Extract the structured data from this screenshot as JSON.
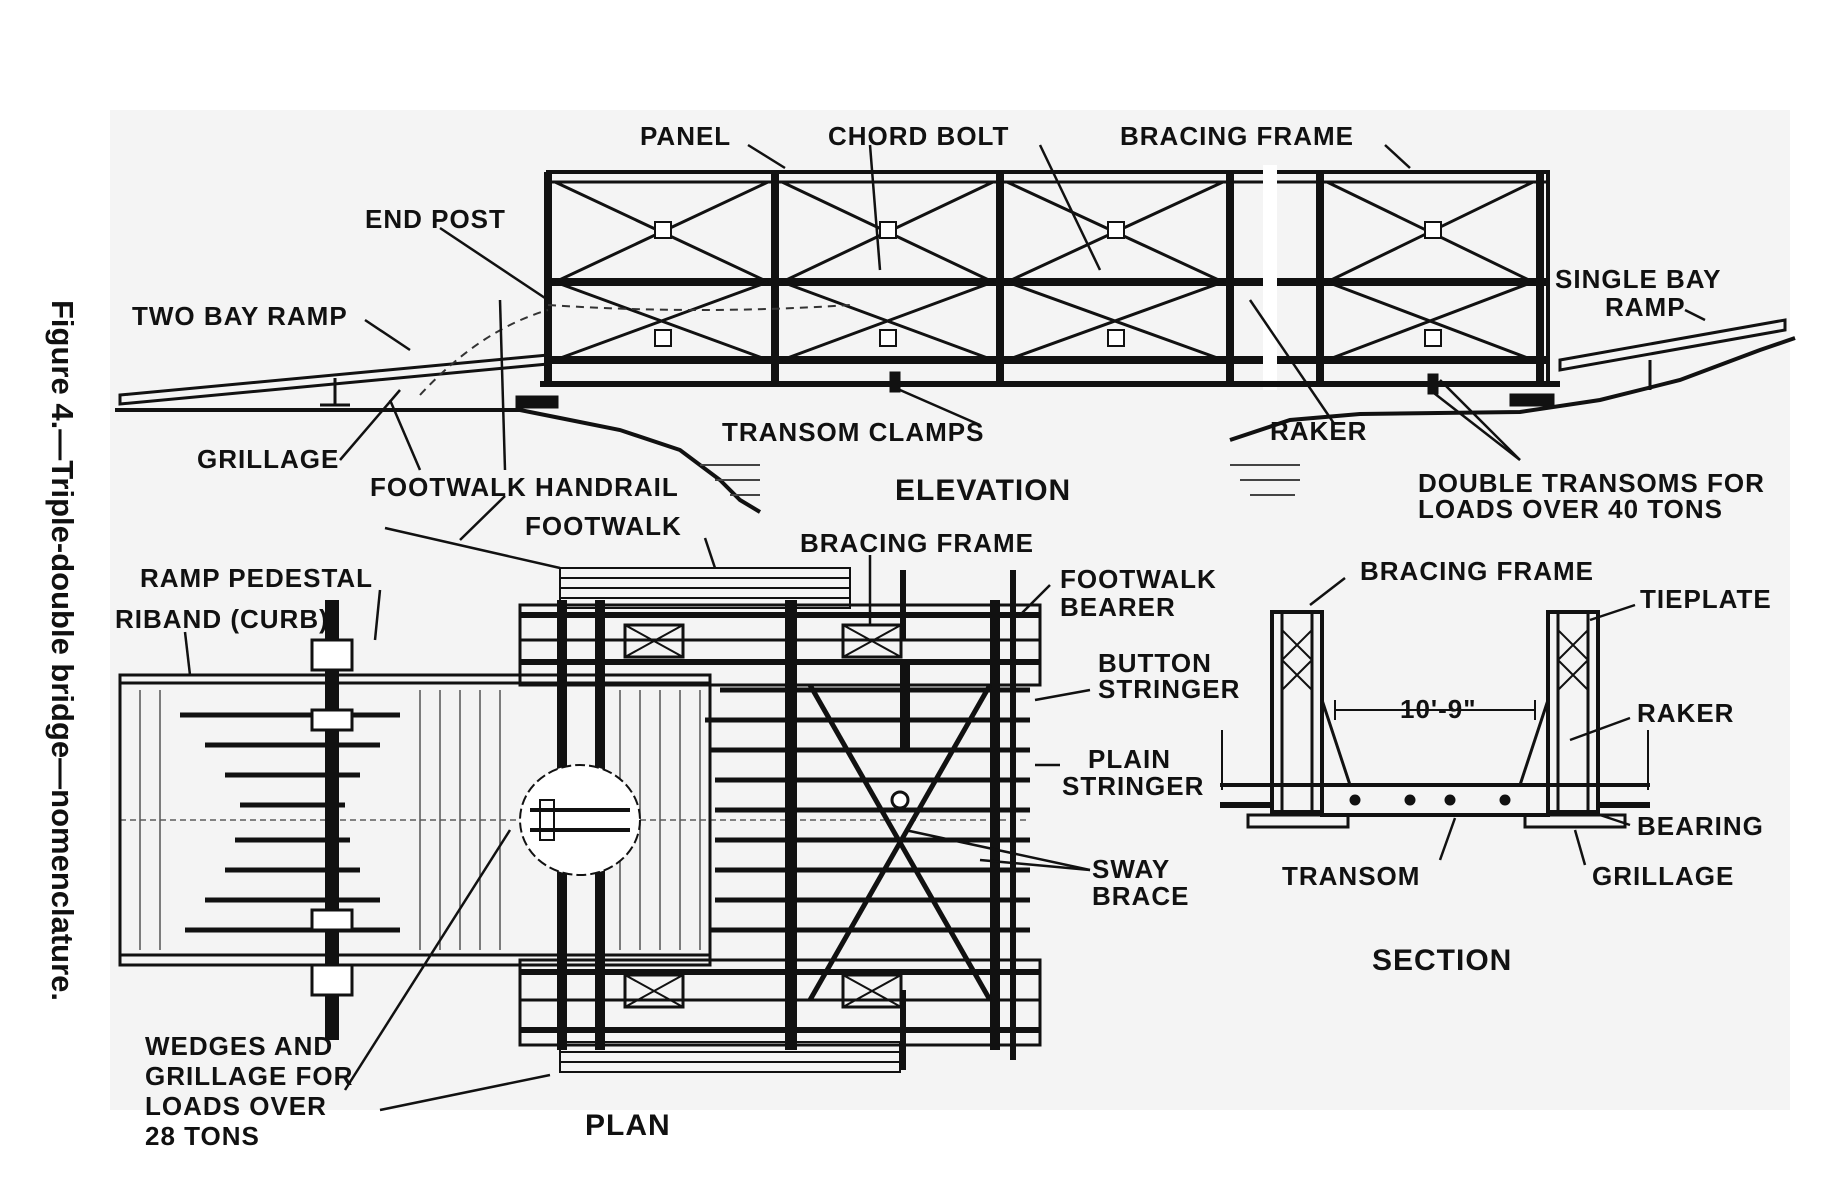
{
  "figure": {
    "caption": "Figure 4.—Triple-double bridge—nomenclature."
  },
  "views": {
    "elevation": "ELEVATION",
    "plan": "PLAN",
    "section": "SECTION"
  },
  "elevation_labels": {
    "panel": "PANEL",
    "chord_bolt": "CHORD BOLT",
    "bracing_frame": "BRACING FRAME",
    "end_post": "END POST",
    "two_bay_ramp": "TWO BAY RAMP",
    "single_bay_ramp_1": "SINGLE BAY",
    "single_bay_ramp_2": "RAMP",
    "grillage": "GRILLAGE",
    "transom_clamps": "TRANSOM CLAMPS",
    "raker": "RAKER",
    "footwalk_handrail": "FOOTWALK HANDRAIL",
    "double_transoms_1": "DOUBLE TRANSOMS FOR",
    "double_transoms_2": "LOADS OVER 40 TONS"
  },
  "plan_labels": {
    "footwalk": "FOOTWALK",
    "bracing_frame": "BRACING FRAME",
    "ramp_pedestal": "RAMP PEDESTAL",
    "riband": "RIBAND (CURB)",
    "footwalk_bearer_1": "FOOTWALK",
    "footwalk_bearer_2": "BEARER",
    "button_stringer_1": "BUTTON",
    "button_stringer_2": "STRINGER",
    "plain_stringer_1": "PLAIN",
    "plain_stringer_2": "STRINGER",
    "sway_brace_1": "SWAY",
    "sway_brace_2": "BRACE",
    "wedges_1": "WEDGES AND",
    "wedges_2": "GRILLAGE FOR",
    "wedges_3": "LOADS OVER",
    "wedges_4": "28 TONS"
  },
  "section_labels": {
    "bracing_frame": "BRACING FRAME",
    "tieplate": "TIEPLATE",
    "width": "10'-9\"",
    "raker": "RAKER",
    "bearing": "BEARING",
    "transom": "TRANSOM",
    "grillage": "GRILLAGE"
  }
}
